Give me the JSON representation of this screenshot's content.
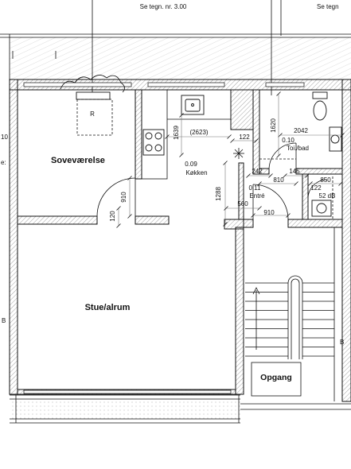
{
  "sheet_refs": {
    "top_center": "Se tegn. nr. 3.00",
    "top_right": "Se tegn"
  },
  "rooms": {
    "bedroom": {
      "name": "Soveværelse"
    },
    "living": {
      "name": "Stue/alrum"
    },
    "kitchen": {
      "number": "0.09",
      "name": "Køkken"
    },
    "bathroom": {
      "number": "0.10",
      "name": "Toi./bad"
    },
    "entry": {
      "number": "0.11",
      "name": "Entré"
    },
    "stairwell": {
      "name": "Opgang"
    }
  },
  "dimensions": {
    "kitchen_depth": "1639",
    "kitchen_length": "(2623)",
    "kitchen_gap": "122",
    "bath_depth": "1620",
    "bath_width": "2042",
    "bath_door_offset": "242",
    "bath_door_side": "145",
    "entry_width": "810",
    "utility_width": "850",
    "utility_offset": "122",
    "bedroom_door": "910",
    "bedroom_door_offset": "120",
    "entry_depth": "1288",
    "entry_offset": "560",
    "entry_door": "910"
  },
  "annotations": {
    "radiator": "R",
    "door_sound_rating": "52 dB",
    "edge_left_upper": "10",
    "edge_left_lower": "e:",
    "section_left": "B",
    "section_right": "B"
  }
}
